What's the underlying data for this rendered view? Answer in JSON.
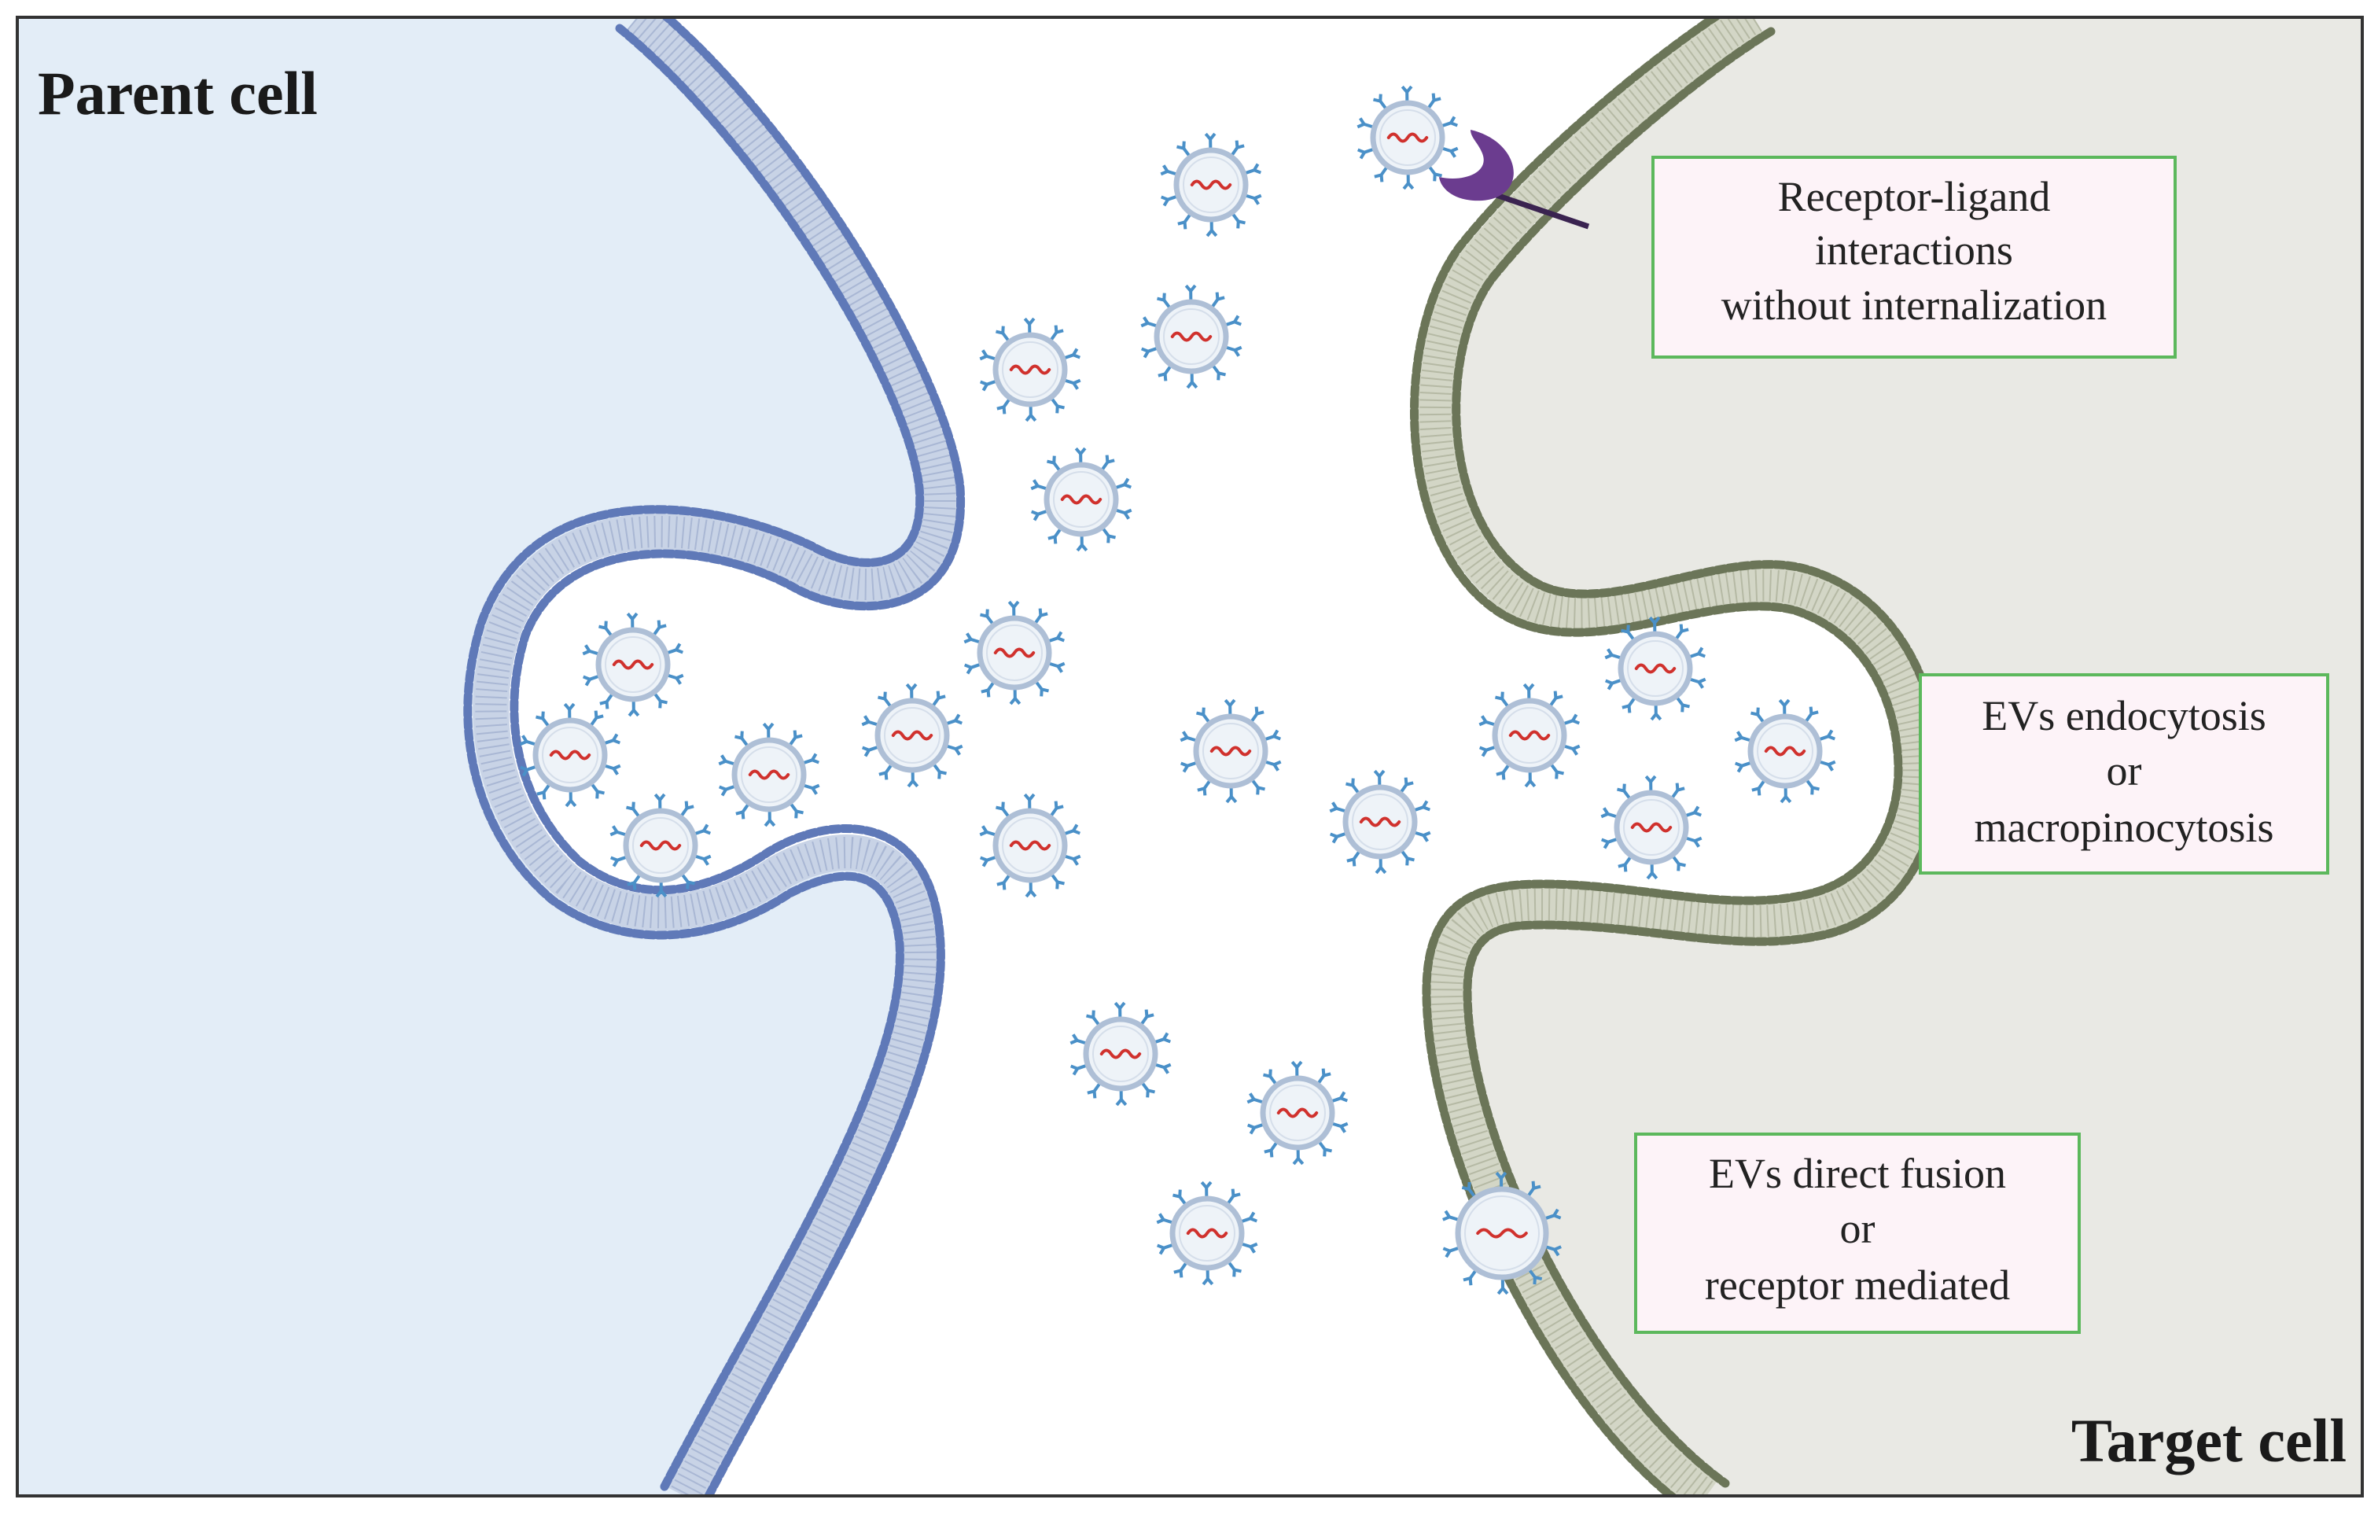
{
  "labels": {
    "parent_cell": "Parent cell",
    "target_cell": "Target cell"
  },
  "boxes": [
    {
      "lines": [
        "Receptor-ligand",
        "interactions",
        "without internalization"
      ]
    },
    {
      "lines": [
        "EVs endocytosis",
        "or",
        "macropinocytosis"
      ]
    },
    {
      "lines": [
        "EVs  direct fusion",
        "or",
        "receptor mediated"
      ]
    }
  ],
  "colors": {
    "parent_fill": "#e3edf7",
    "parent_membrane": "#5f79b8",
    "target_fill": "#e9e9e4",
    "target_membrane": "#6b7558",
    "box_border": "#5cb85c",
    "box_fill": "#fdf3f8",
    "ev_spike": "#4a90c8",
    "ev_cargo": "#d0312d",
    "receptor": "#6b3c8f"
  }
}
